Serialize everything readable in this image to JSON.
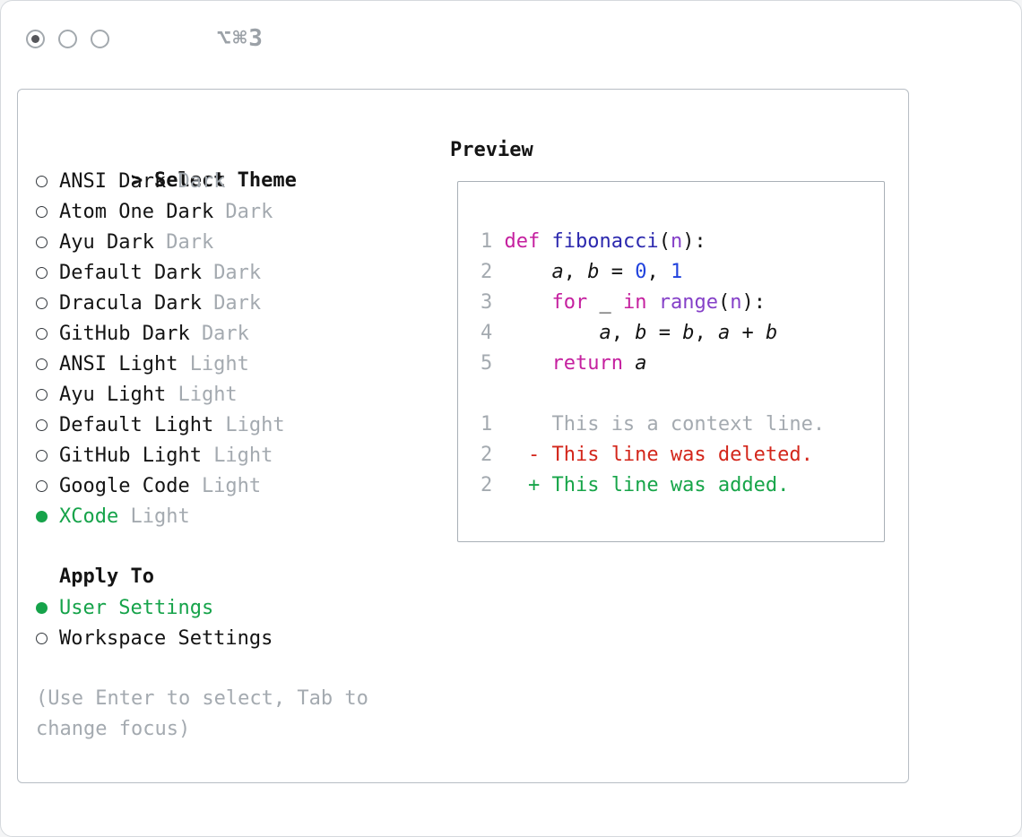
{
  "window": {
    "shortcut_label": "⌥⌘3"
  },
  "theme_panel": {
    "title_prefix": ">",
    "title": "Select Theme",
    "themes": [
      {
        "name": "ANSI Dark",
        "variant": "Dark",
        "selected": false
      },
      {
        "name": "Atom One Dark",
        "variant": "Dark",
        "selected": false
      },
      {
        "name": "Ayu Dark",
        "variant": "Dark",
        "selected": false
      },
      {
        "name": "Default Dark",
        "variant": "Dark",
        "selected": false
      },
      {
        "name": "Dracula Dark",
        "variant": "Dark",
        "selected": false
      },
      {
        "name": "GitHub Dark",
        "variant": "Dark",
        "selected": false
      },
      {
        "name": "ANSI Light",
        "variant": "Light",
        "selected": false
      },
      {
        "name": "Ayu Light",
        "variant": "Light",
        "selected": false
      },
      {
        "name": "Default Light",
        "variant": "Light",
        "selected": false
      },
      {
        "name": "GitHub Light",
        "variant": "Light",
        "selected": false
      },
      {
        "name": "Google Code",
        "variant": "Light",
        "selected": false
      },
      {
        "name": "XCode",
        "variant": "Light",
        "selected": true
      }
    ],
    "apply_to": {
      "title": "Apply To",
      "options": [
        {
          "name": "User Settings",
          "selected": true
        },
        {
          "name": "Workspace Settings",
          "selected": false
        }
      ]
    },
    "hint": "(Use Enter to select, Tab to change focus)"
  },
  "preview": {
    "title": "Preview",
    "code_lines": [
      {
        "num": "1",
        "tokens": [
          {
            "t": "def ",
            "s": "keyword"
          },
          {
            "t": "fibonacci",
            "s": "function"
          },
          {
            "t": "(",
            "s": "plain"
          },
          {
            "t": "n",
            "s": "param"
          },
          {
            "t": "):",
            "s": "plain"
          }
        ]
      },
      {
        "num": "2",
        "tokens": [
          {
            "t": "    ",
            "s": "plain"
          },
          {
            "t": "a",
            "s": "var"
          },
          {
            "t": ", ",
            "s": "plain"
          },
          {
            "t": "b",
            "s": "var"
          },
          {
            "t": " = ",
            "s": "plain"
          },
          {
            "t": "0",
            "s": "number"
          },
          {
            "t": ", ",
            "s": "plain"
          },
          {
            "t": "1",
            "s": "number"
          }
        ]
      },
      {
        "num": "3",
        "tokens": [
          {
            "t": "    ",
            "s": "plain"
          },
          {
            "t": "for",
            "s": "keyword"
          },
          {
            "t": " ",
            "s": "plain"
          },
          {
            "t": "_",
            "s": "var"
          },
          {
            "t": " ",
            "s": "plain"
          },
          {
            "t": "in",
            "s": "keyword"
          },
          {
            "t": " ",
            "s": "plain"
          },
          {
            "t": "range",
            "s": "builtin"
          },
          {
            "t": "(",
            "s": "plain"
          },
          {
            "t": "n",
            "s": "param"
          },
          {
            "t": "):",
            "s": "plain"
          }
        ]
      },
      {
        "num": "4",
        "tokens": [
          {
            "t": "        ",
            "s": "plain"
          },
          {
            "t": "a",
            "s": "var"
          },
          {
            "t": ", ",
            "s": "plain"
          },
          {
            "t": "b",
            "s": "var"
          },
          {
            "t": " = ",
            "s": "plain"
          },
          {
            "t": "b",
            "s": "var"
          },
          {
            "t": ", ",
            "s": "plain"
          },
          {
            "t": "a",
            "s": "var"
          },
          {
            "t": " + ",
            "s": "plain"
          },
          {
            "t": "b",
            "s": "var"
          }
        ]
      },
      {
        "num": "5",
        "tokens": [
          {
            "t": "    ",
            "s": "plain"
          },
          {
            "t": "return",
            "s": "keyword"
          },
          {
            "t": " ",
            "s": "plain"
          },
          {
            "t": "a",
            "s": "var"
          }
        ]
      }
    ],
    "diff_lines": [
      {
        "num": "1",
        "text": "    This is a context line.",
        "style": "context"
      },
      {
        "num": "2",
        "text": "  - This line was deleted.",
        "style": "deleted"
      },
      {
        "num": "2",
        "text": "  + This line was added.",
        "style": "added"
      }
    ]
  },
  "colors": {
    "text": "#141414",
    "muted": "#a4aab0",
    "line_number": "#a4aab0",
    "selection_green": "#16a34a",
    "keyword": "#c5209f",
    "function": "#2b28ae",
    "number": "#2042dd",
    "builtin": "#8540c8",
    "deleted": "#d3261b",
    "added": "#17a549",
    "panel_border": "#b7bdc4",
    "box_border": "#a9b0b7"
  }
}
